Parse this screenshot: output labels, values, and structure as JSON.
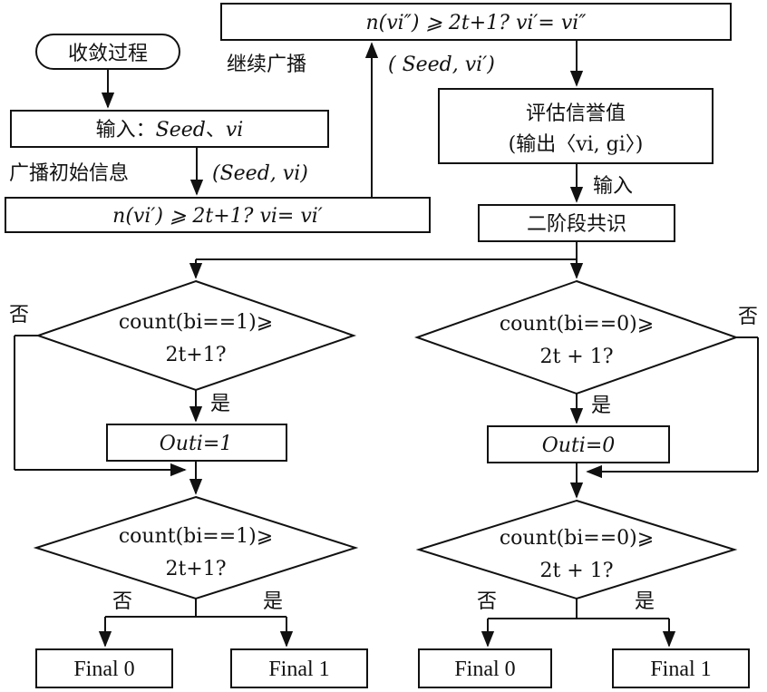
{
  "title": "收敛过程流程图",
  "start_label": "收敛过程",
  "input_box": {
    "prefix": "输入：",
    "seed": "Seed",
    "sep": "、",
    "vi": "vi"
  },
  "broadcast_label": "广播初始信息",
  "broadcast_args": "(Seed, vi)",
  "check1": {
    "n": "n(vi′) ⩾ 2t+1? ",
    "assign": "vi= vi′"
  },
  "check2": {
    "n": "n(vi″) ⩾ 2t+1? ",
    "assign": "vi′= vi″"
  },
  "continue_label": "继续广播",
  "continue_args": "( Seed, vi′)",
  "eval_box": {
    "line1": "评估信誉值",
    "line2": "(输出〈vi, gi〉)"
  },
  "input_label": "输入",
  "consensus_box": "二阶段共识",
  "left": {
    "cond1_line1": "count(bi==1)⩾",
    "cond1_line2": "2t+1?",
    "yes": "是",
    "no": "否",
    "out": "Outi=1",
    "cond2_line1": "count(bi==1)⩾",
    "cond2_line2": "2t+1?",
    "no2": "否",
    "yes2": "是",
    "final_no": "Final 0",
    "final_yes": "Final 1"
  },
  "right": {
    "cond1_line1": "count(bi==0)⩾",
    "cond1_line2": "2t + 1?",
    "yes": "是",
    "no": "否",
    "out": "Outi=0",
    "cond2_line1": "count(bi==0)⩾",
    "cond2_line2": "2t + 1?",
    "no2": "否",
    "yes2": "是",
    "final_no": "Final 0",
    "final_yes": "Final 1"
  }
}
